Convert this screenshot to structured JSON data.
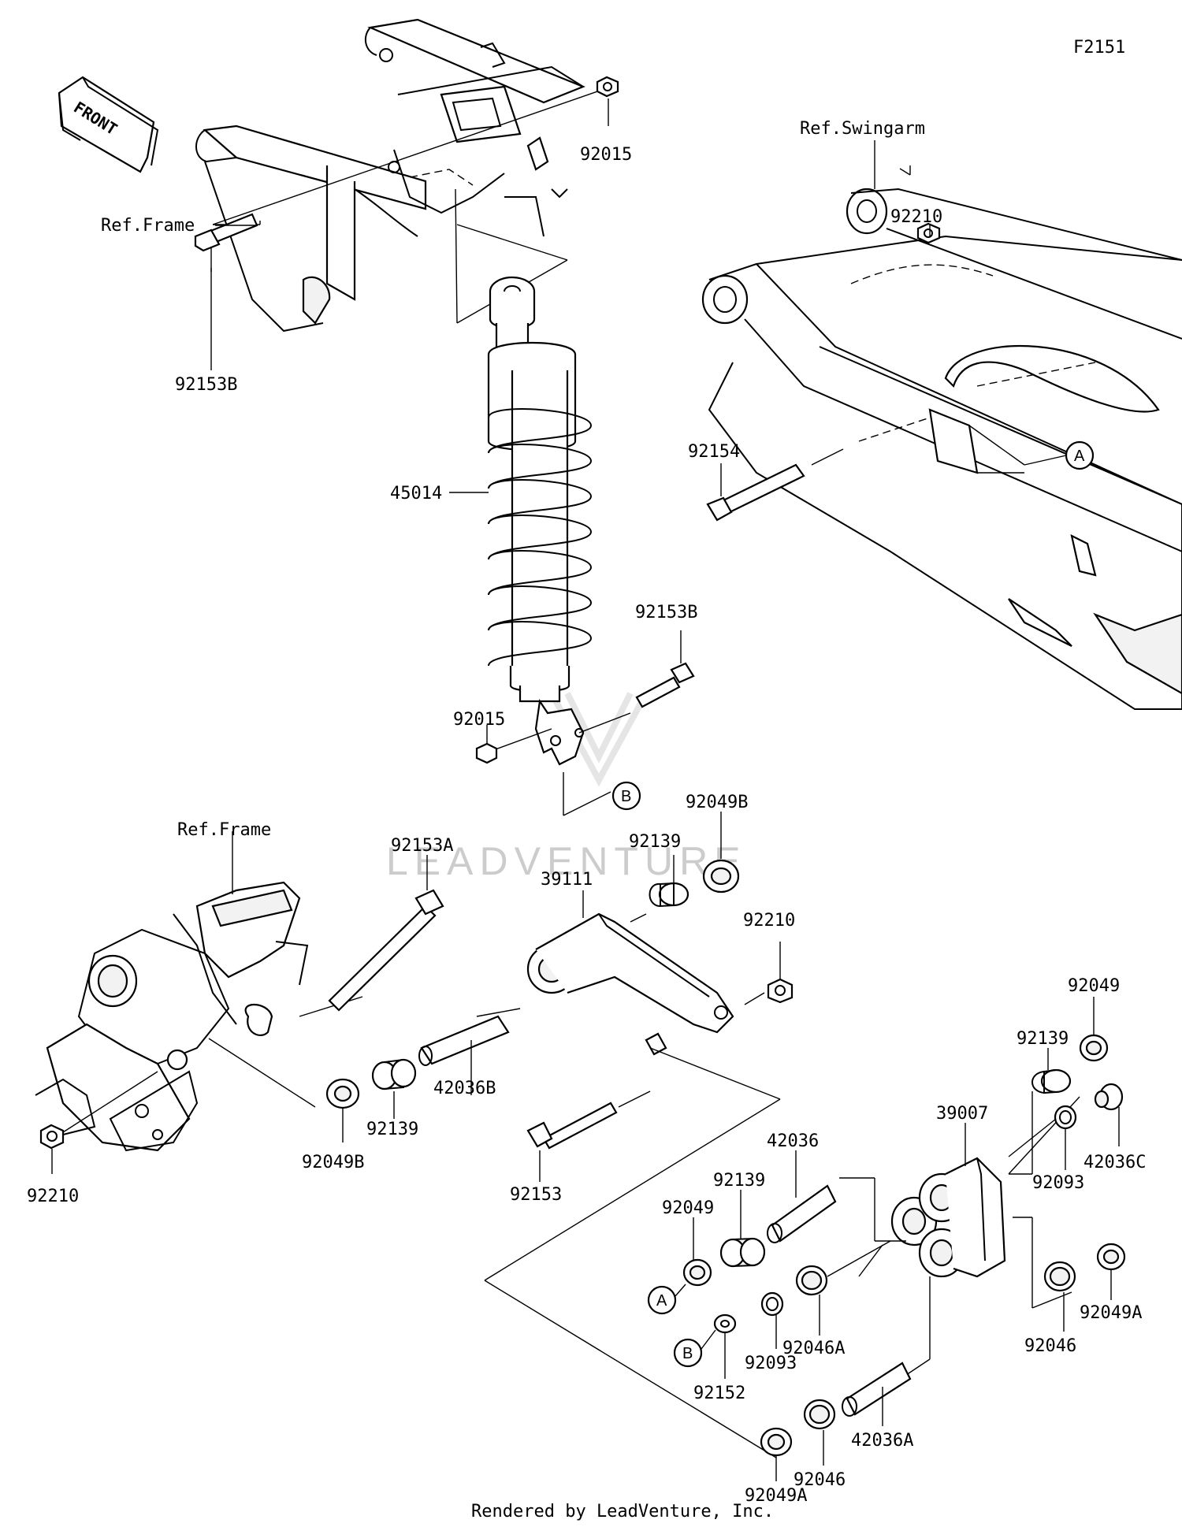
{
  "diagram_id": "F2151",
  "front_label": "FRONT",
  "refs": {
    "frame_top": "Ref.Frame",
    "frame_bottom": "Ref.Frame",
    "swingarm": "Ref.Swingarm"
  },
  "watermark": "LEADVENTURE",
  "footer": "Rendered by LeadVenture, Inc.",
  "markers": {
    "a": "A",
    "b": "B"
  },
  "parts": {
    "p92015_top": "92015",
    "p92153B_top": "92153B",
    "p45014": "45014",
    "p92153B_mid": "92153B",
    "p92015_mid": "92015",
    "p92210_right": "92210",
    "p92154": "92154",
    "p92049B_top": "92049B",
    "p92139_top": "92139",
    "p92153A": "92153A",
    "p39111": "39111",
    "p92210_mid": "92210",
    "p42036B": "42036B",
    "p92139_left": "92139",
    "p92049B_left": "92049B",
    "p92210_left": "92210",
    "p92153": "92153",
    "p92049_right": "92049",
    "p92139_right": "92139",
    "p39007": "39007",
    "p42036C": "42036C",
    "p92093_right": "92093",
    "p42036": "42036",
    "p92139_low": "92139",
    "p92049_low": "92049",
    "p92046A": "92046A",
    "p92093_low": "92093",
    "p92152": "92152",
    "p92046_right": "92046",
    "p92049A_right": "92049A",
    "p42036A": "42036A",
    "p92046_bottom": "92046",
    "p92049A_bottom": "92049A"
  }
}
